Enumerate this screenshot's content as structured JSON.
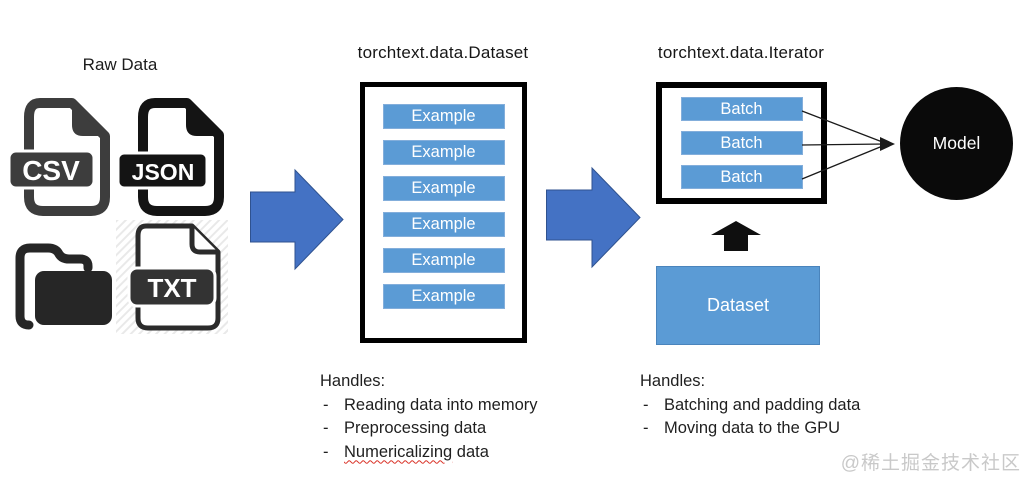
{
  "raw_data": {
    "label": "Raw Data",
    "csv_label": "CSV",
    "json_label": "JSON",
    "txt_label": "TXT"
  },
  "dataset_section": {
    "title": "torchtext.data.Dataset",
    "examples": [
      "Example",
      "Example",
      "Example",
      "Example",
      "Example",
      "Example"
    ]
  },
  "iterator_section": {
    "title": "torchtext.data.Iterator",
    "batches": [
      "Batch",
      "Batch",
      "Batch"
    ]
  },
  "model_label": "Model",
  "dataset_box_label": "Dataset",
  "handles_dataset": {
    "heading": "Handles:",
    "items": [
      "Reading data into memory",
      "Preprocessing data"
    ],
    "spellcheck_item": {
      "word": "Numericalizing",
      "rest": " data"
    }
  },
  "handles_iterator": {
    "heading": "Handles:",
    "items": [
      "Batching and padding data",
      "Moving data to the GPU"
    ]
  },
  "watermark": "@稀土掘金技术社区",
  "colors": {
    "box_blue": "#5B9BD5",
    "arrow_blue": "#4472C4",
    "outline_black": "#000000",
    "spellcheck_red": "#d93025",
    "watermark_gray": "#c9c9c9"
  }
}
